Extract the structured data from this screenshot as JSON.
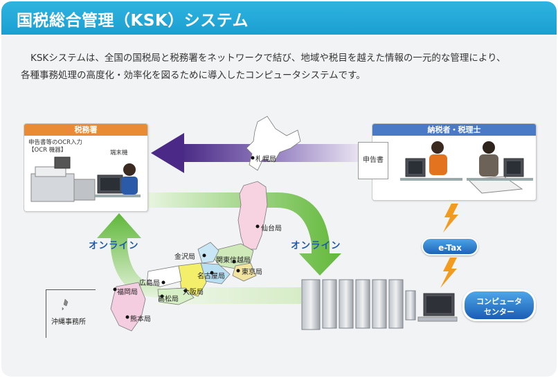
{
  "header": {
    "title": "国税総合管理（KSK）システム"
  },
  "intro": {
    "line1": "KSKシステムは、全国の国税局と税務署をネットワークで結び、地域や税目を越えた情報の一元的な管理により、",
    "line2": "各種事務処理の高度化・効率化を図るために導入したコンピュータシステムです。"
  },
  "zeimusho": {
    "title": "税務署",
    "ocr_line1": "申告書等のOCR入力",
    "ocr_line2": "【OCR 機器】",
    "terminal": "端末機"
  },
  "taxpayer": {
    "title": "納税者・税理士"
  },
  "document": {
    "label": "申告書"
  },
  "online_left": "オンライン",
  "online_right": "オンライン",
  "etax": "e-Tax",
  "computer_center": {
    "line1": "コンピュータ",
    "line2": "センター"
  },
  "bureaus": {
    "sapporo": "札幌局",
    "sendai": "仙台局",
    "kanazawa": "金沢局",
    "kantoshinetsu": "関東信越局",
    "tokyo": "東京局",
    "nagoya": "名古屋局",
    "osaka": "大阪局",
    "hiroshima": "広島局",
    "fukuoka": "福岡局",
    "takamatsu": "高松局",
    "kumamoto": "熊本局",
    "okinawa": "沖縄事務所"
  },
  "colors": {
    "header": "#1a9fd1",
    "zeimusho_head": "#e88b34",
    "taxpayer_head": "#4a79c6",
    "arrow_purple": "#5b3a93",
    "arrow_green": "#6cbf44",
    "online_text": "#1e5aa8",
    "lightning": "#f29c1f"
  }
}
